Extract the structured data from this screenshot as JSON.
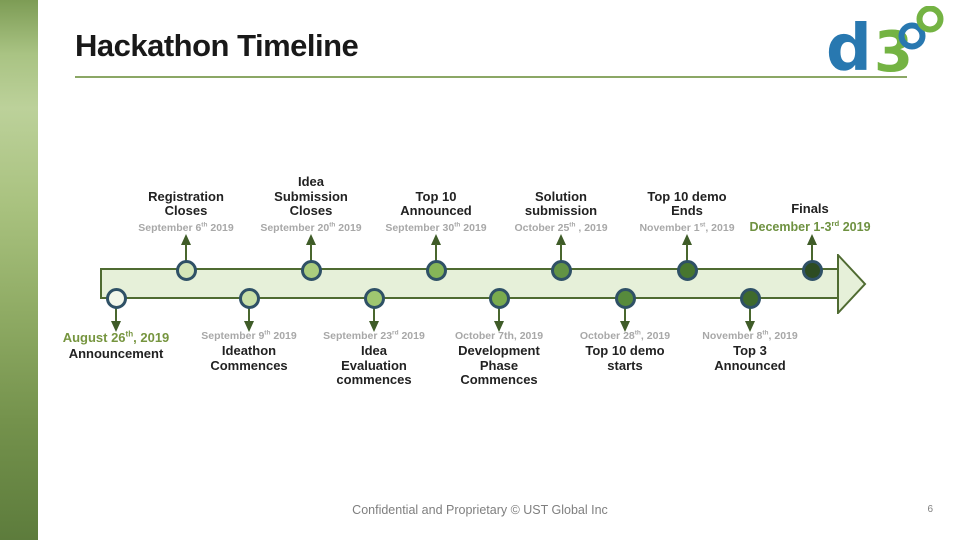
{
  "header": {
    "title": "Hackathon Timeline"
  },
  "logo": {
    "d": "d",
    "three": "3"
  },
  "footer": {
    "text": "Confidential and Proprietary © UST Global Inc",
    "page_number": "6"
  },
  "colors": {
    "accent_olive": "#4f6b31",
    "arrow_fill": "#e6f0d9",
    "node_border": "#2f5166",
    "date_gray": "#a8a8a8",
    "date_green": "#6e9140",
    "title_dark": "#191919",
    "logo_blue": "#2878b0",
    "logo_green": "#74b343"
  },
  "timeline": {
    "top": [
      {
        "title": "Registration\nCloses",
        "date_pre": "September 6",
        "date_sup": "th",
        "date_post": " 2019",
        "circle_color": "#d4e6b8"
      },
      {
        "title": "Idea\nSubmission\nCloses",
        "date_pre": "September 20",
        "date_sup": "th",
        "date_post": " 2019",
        "circle_color": "#abcd7e"
      },
      {
        "title": "Top 10\nAnnounced",
        "date_pre": "September 30",
        "date_sup": "th",
        "date_post": " 2019",
        "circle_color": "#86b558"
      },
      {
        "title": "Solution\nsubmission",
        "date_pre": "October 25",
        "date_sup": "th",
        "date_post": " , 2019",
        "circle_color": "#629344"
      },
      {
        "title": "Top 10 demo\nEnds",
        "date_pre": "November 1",
        "date_sup": "st",
        "date_post": ", 2019",
        "circle_color": "#47762f"
      },
      {
        "title": "Finals",
        "date_pre": "December 1-3",
        "date_sup": "rd",
        "date_post": " 2019",
        "circle_color": "#2d4c22"
      }
    ],
    "bottom": [
      {
        "date_pre": "August 26",
        "date_sup": "th",
        "date_post": ", 2019",
        "title": "Announcement",
        "circle_color": "#f2f7ea"
      },
      {
        "date_pre": "September 9",
        "date_sup": "th",
        "date_post": " 2019",
        "title": "Ideathon\nCommences",
        "circle_color": "#c9e0a8"
      },
      {
        "date_pre": "September 23",
        "date_sup": "rd",
        "date_post": " 2019",
        "title": "Idea\nEvaluation\ncommences",
        "circle_color": "#9fc670"
      },
      {
        "date_pre": "October 7th, 2019",
        "date_sup": "",
        "date_post": "",
        "title": "Development\nPhase\nCommences",
        "circle_color": "#7aab4e"
      },
      {
        "date_pre": "October 28",
        "date_sup": "th",
        "date_post": ", 2019",
        "title": "Top 10 demo\nstarts",
        "circle_color": "#578a3c"
      },
      {
        "date_pre": "November 8",
        "date_sup": "th",
        "date_post": ", 2019",
        "title": "Top 3\nAnnounced",
        "circle_color": "#3f6a2c"
      }
    ]
  }
}
